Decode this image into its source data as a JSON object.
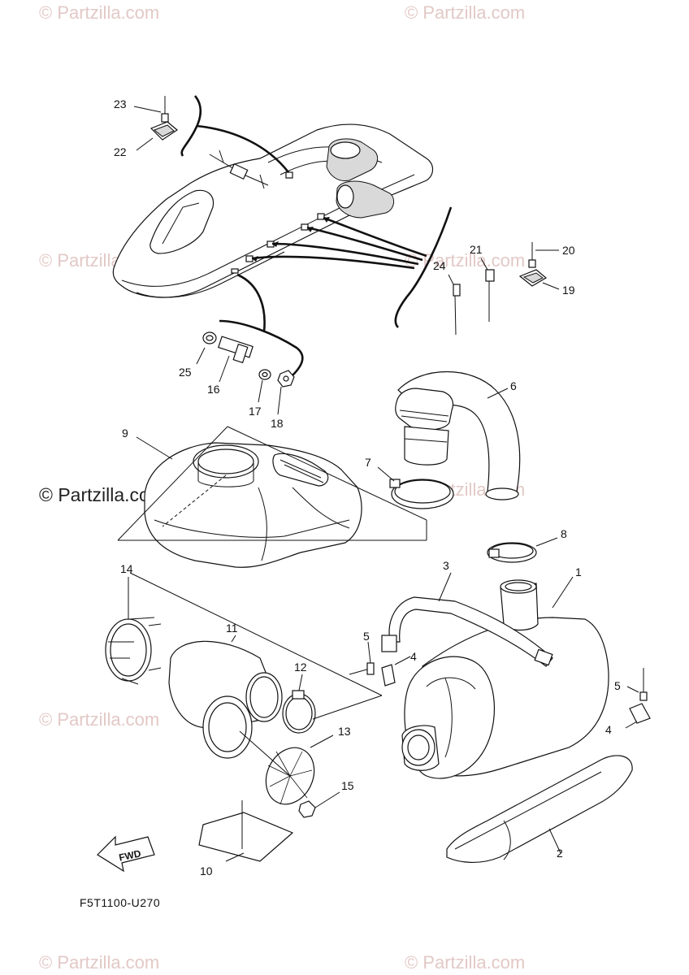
{
  "watermarks": {
    "text": "© Partzilla.com",
    "main_text": "© Partzilla.com"
  },
  "diagram_code": "F5T1100-U270",
  "fwd_label": "FWD",
  "callouts": [
    "1",
    "2",
    "3",
    "4",
    "4",
    "5",
    "5",
    "6",
    "7",
    "8",
    "9",
    "10",
    "11",
    "12",
    "13",
    "14",
    "15",
    "16",
    "17",
    "18",
    "19",
    "20",
    "21",
    "22",
    "23",
    "24",
    "25"
  ],
  "colors": {
    "line": "#111111",
    "watermark": "#e2c9c6",
    "shade": "#d9d9d9"
  }
}
